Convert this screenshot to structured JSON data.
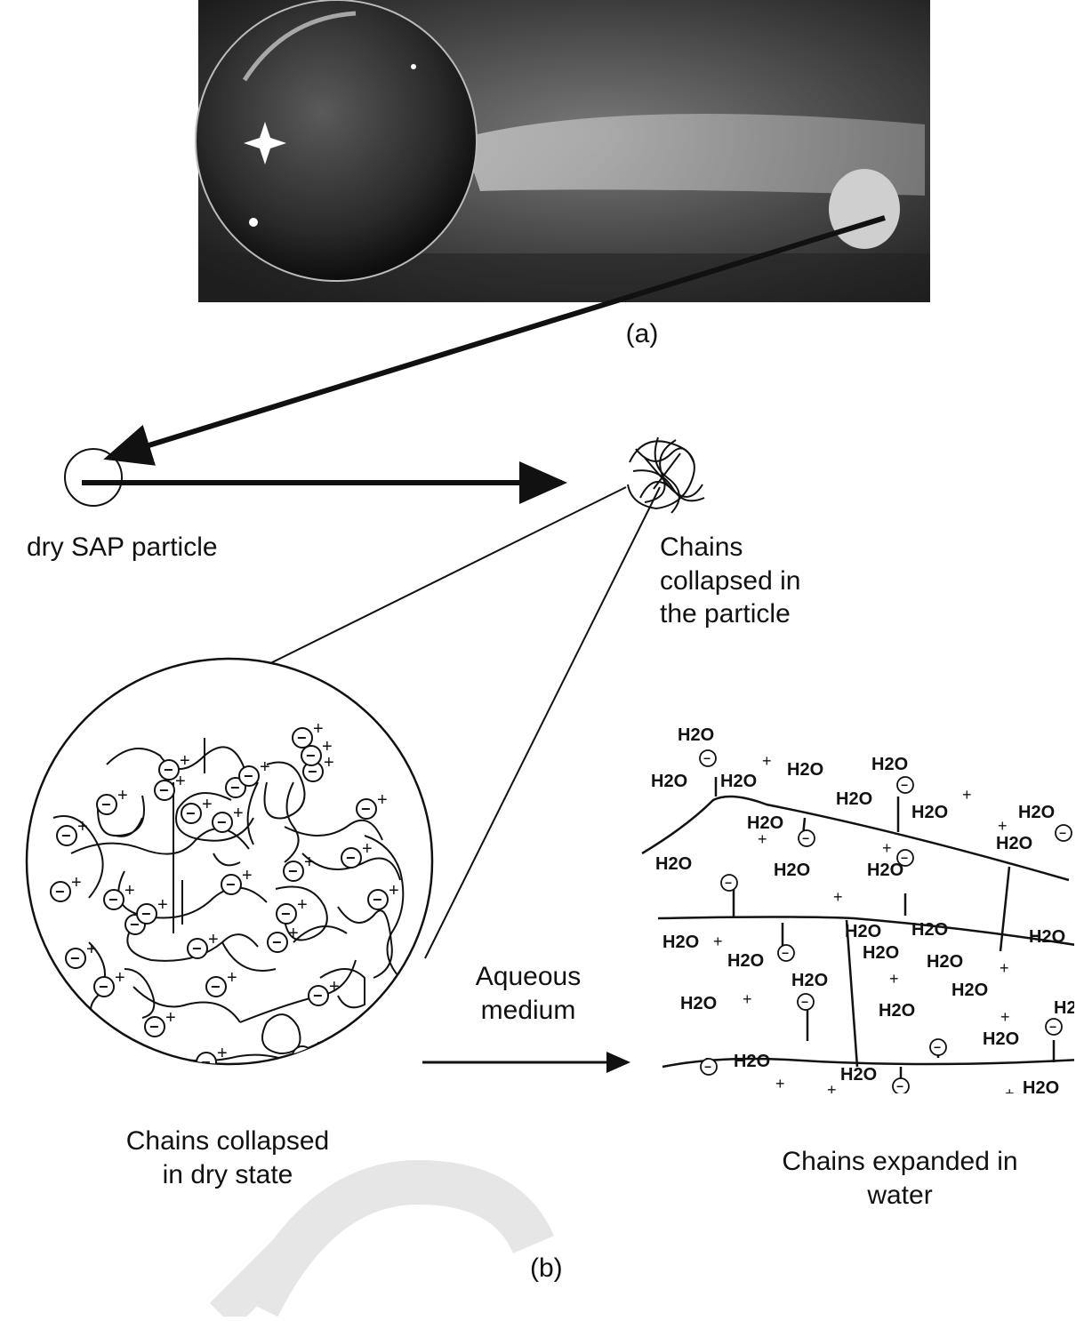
{
  "labels": {
    "a": "(a)",
    "b": "(b)",
    "dry_particle": "dry SAP particle",
    "chains_particle": [
      "Chains",
      "collapsed in",
      "the particle"
    ],
    "aqueous_medium": [
      "Aqueous",
      "medium"
    ],
    "collapsed_dry": [
      "Chains collapsed",
      "in dry state"
    ],
    "expanded_water": [
      "Chains expanded in",
      "water"
    ]
  },
  "water_label": "H2O",
  "cation_symbol": "+",
  "anion_symbol": "−",
  "colors": {
    "ink": "#111111",
    "photo_dark": "#1a1a1a",
    "photo_light": "#b8b8b8",
    "watermark": "#e6e6e6"
  }
}
